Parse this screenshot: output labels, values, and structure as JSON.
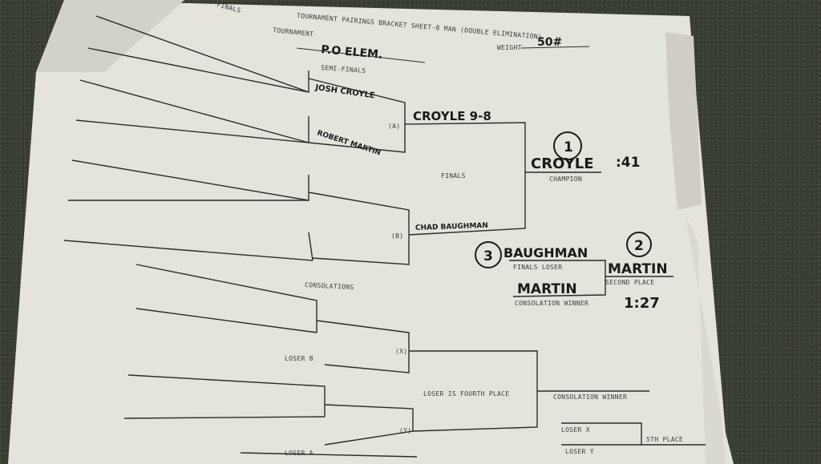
{
  "sheet": {
    "header_title": "TOURNAMENT PAIRINGS BRACKET SHEET-8 MAN (DOUBLE ELIMINATION)",
    "tournament_label": "TOURNAMENT",
    "tournament_value": "P.O ELEM.",
    "weight_label": "WEIGHT",
    "weight_value": "50#",
    "top_label": "FINALS"
  },
  "labels": {
    "semi_finals": "SEMI-FINALS",
    "finals": "FINALS",
    "champion": "CHAMPION",
    "finals_loser": "FINALS LOSER",
    "second_place": "SECOND PLACE",
    "consolation_winner_1": "CONSOLATION WINNER",
    "consolations": "CONSOLATIONS",
    "loser_b": "LOSER B",
    "loser_a": "LOSER A",
    "loser_fourth": "LOSER IS FOURTH PLACE",
    "consolation_winner_2": "CONSOLATION WINNER",
    "loser_x": "LOSER X",
    "loser_y": "LOSER Y",
    "fifth_place": "5TH PLACE",
    "match_a": "(A)",
    "match_b": "(B)",
    "match_x": "(X)",
    "match_y": "(Y)"
  },
  "handwriting": {
    "josh": "JOSH CROYLE",
    "robert": "ROBERT MARTIN",
    "croyle_score": "CROYLE 9-8",
    "chad": "CHAD BAUGHMAN",
    "champion_name": "CROYLE",
    "champion_time": ":41",
    "place_1": "1",
    "place_2": "2",
    "place_3": "3",
    "baughman": "BAUGHMAN",
    "martin_second": "MARTIN",
    "martin_consolation": "MARTIN",
    "martin_time": "1:27"
  }
}
